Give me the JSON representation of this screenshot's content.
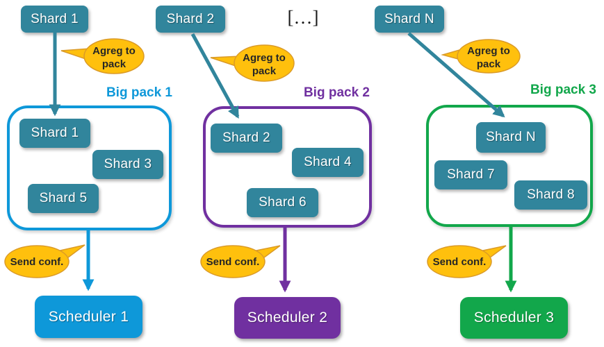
{
  "diagram": {
    "ellipsis_label": "[…]",
    "callouts": {
      "aggregate_line1": "Agreg to",
      "aggregate_line2": "pack",
      "send": "Send conf."
    },
    "colors": {
      "shard_teal": "#31859C",
      "pack1_blue": "#0E98D9",
      "pack2_purple": "#7030A0",
      "pack3_green": "#12A74B",
      "callout_orange": "#FFC00D",
      "callout_border": "#DA9A28"
    },
    "columns": [
      {
        "top_shard": "Shard 1",
        "pack_label": "Big pack 1",
        "shards": [
          "Shard 1",
          "Shard 3",
          "Shard 5"
        ],
        "scheduler": "Scheduler 1"
      },
      {
        "top_shard": "Shard 2",
        "pack_label": "Big pack 2",
        "shards": [
          "Shard 2",
          "Shard 4",
          "Shard 6"
        ],
        "scheduler": "Scheduler 2"
      },
      {
        "top_shard": "Shard N",
        "pack_label": "Big pack 3",
        "shards": [
          "Shard N",
          "Shard 7",
          "Shard 8"
        ],
        "scheduler": "Scheduler 3"
      }
    ]
  }
}
